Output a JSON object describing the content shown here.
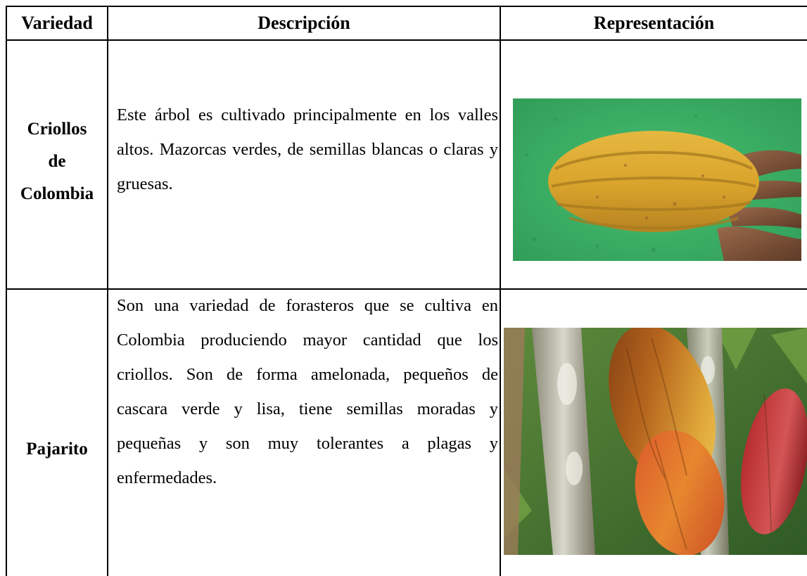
{
  "table": {
    "headers": {
      "variety": "Variedad",
      "description": "Descripción",
      "representation": "Representación"
    },
    "rows": [
      {
        "variety_lines": [
          "Criollos",
          "de",
          "Colombia"
        ],
        "description": "Este árbol es cultivado principalmente en los valles altos. Mazorcas verdes, de semillas blancas o claras y gruesas.",
        "image": "cacao-pod-yellow-in-hand-on-green-wall"
      },
      {
        "variety_lines": [
          "Pajarito"
        ],
        "description": "Son una variedad de forasteros que se cultiva en Colombia produciendo mayor cantidad que los criollos. Son de forma amelonada, pequeños de cascara verde y lisa, tiene semillas moradas y pequeñas y son muy tolerantes a plagas y enfermedades.",
        "image": "cacao-pods-red-orange-on-tree-trunk"
      }
    ]
  }
}
